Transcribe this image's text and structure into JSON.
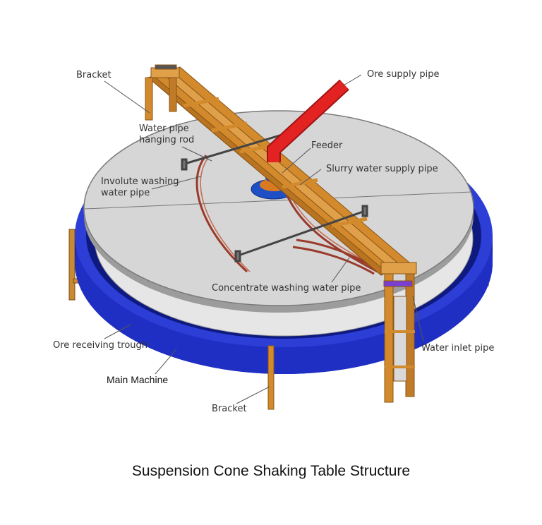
{
  "title": "Suspension Cone Shaking Table Structure",
  "labels": {
    "bracket_top": "Bracket",
    "ore_supply_pipe": "Ore supply pipe",
    "water_pipe_hanging_rod": "Water pipe hanging rod",
    "feeder": "Feeder",
    "slurry_water_supply_pipe": "Slurry water supply pipe",
    "involute_washing_water_pipe": "Involute washing water pipe",
    "concentrate_washing_water_pipe": "Concentrate washing water pipe",
    "ore_receiving_trough": "Ore receiving trough",
    "water_inlet_pipe": "Water inlet pipe",
    "main_machine": "Main Machine",
    "bracket_bottom": "Bracket"
  },
  "colors": {
    "trough_blue": "#1f2fc4",
    "trough_dark": "#121c8a",
    "disc_gray": "#d6d6d6",
    "frame_orange": "#d28a2c",
    "frame_dark": "#8a5416",
    "pipe_red": "#e32222",
    "hose_brown": "#9a3a2a",
    "leader_line": "#555555"
  }
}
